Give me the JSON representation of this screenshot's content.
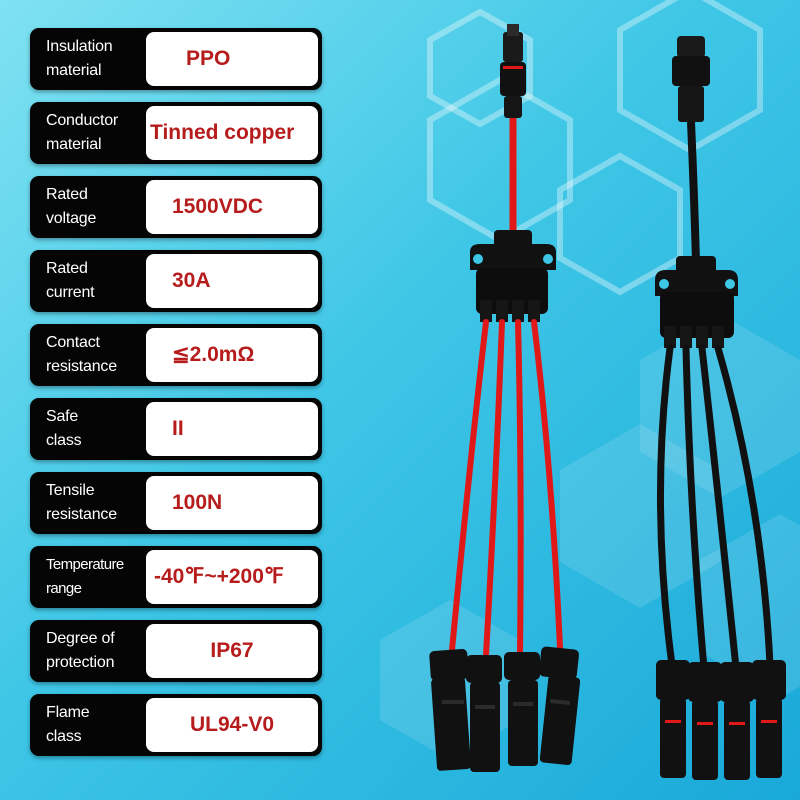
{
  "specs": [
    {
      "label": "Insulation\nmaterial",
      "value": "PPO"
    },
    {
      "label": "Conductor\nmaterial",
      "value": "Tinned copper"
    },
    {
      "label": "Rated\nvoltage",
      "value": "1500VDC"
    },
    {
      "label": "Rated\ncurrent",
      "value": "30A"
    },
    {
      "label": "Contact\nresistance",
      "value": "≦2.0mΩ"
    },
    {
      "label": "Safe\nclass",
      "value": "II"
    },
    {
      "label": "Tensile\nresistance",
      "value": "100N"
    },
    {
      "label": "Temperature\nrange",
      "value": "-40℉~+200℉"
    },
    {
      "label": "Degree of\nprotection",
      "value": "IP67"
    },
    {
      "label": "Flame\nclass",
      "value": "UL94-V0"
    }
  ],
  "colors": {
    "background_light": "#7fe2f2",
    "background_dark": "#19a9d9",
    "row_background": "#050505",
    "value_text": "#b71c1c",
    "red_cable": "#e01818",
    "black_cable": "#111111"
  }
}
